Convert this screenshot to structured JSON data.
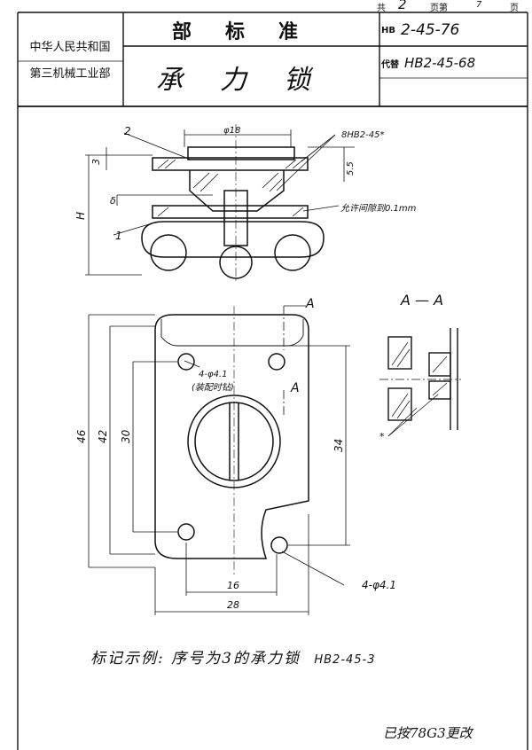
{
  "sheet": {
    "page_prefix": "共",
    "page_total": "2",
    "page_mid": "页第",
    "page_no": "7",
    "page_suffix": "页"
  },
  "header": {
    "org_line1": "中华人民共和国",
    "org_line2": "第三机械工业部",
    "standard_type": "部标准",
    "title": "承力锁",
    "code_prefix": "HB",
    "code": "2-45-76",
    "replaces_prefix": "代替",
    "replaces": "HB2-45-68"
  },
  "drawing": {
    "top_view_labels": {
      "part_2": "2",
      "part_1": "1",
      "dia_top": "φ18",
      "ref_std": "8HB2-45*",
      "dim_3": "3",
      "dim_delta": "δ",
      "dim_H": "H",
      "dim_5_5": "5.5",
      "clearance_note": "允许间隙到0.1mm"
    },
    "plan_view_labels": {
      "section_mark_top": "A",
      "section_mark_bottom": "A",
      "holes_4x": "4-φ4.1",
      "holes_note": "(装配时钻)",
      "dim_46": "46",
      "dim_42": "42",
      "dim_30": "30",
      "dim_34": "34",
      "dim_16": "16",
      "dim_28": "28",
      "holes_4x_b": "4-φ4.1"
    },
    "section_view_labels": {
      "section_title": "A — A",
      "star": "*"
    }
  },
  "notes": {
    "marking_example": "标记示例: 序号为3的承力锁",
    "marking_code": "HB2-45-3",
    "revision": "已按78G3更改"
  }
}
